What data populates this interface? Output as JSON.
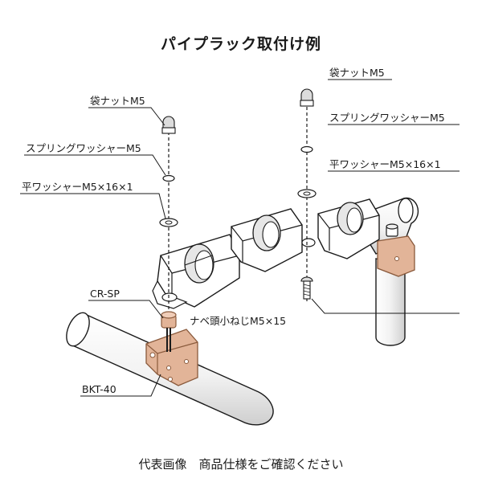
{
  "title": "パイプラック取付け例",
  "caption": "代表画像　商品仕様をご確認ください",
  "labels": {
    "left_cap_nut": "袋ナットM5",
    "left_spring_washer": "スプリングワッシャーM5",
    "left_flat_washer": "平ワッシャーM5×16×1",
    "cr_sp": "CR-SP",
    "bkt_40": "BKT-40",
    "right_cap_nut": "袋ナットM5",
    "right_spring_washer": "スプリングワッシャーM5",
    "right_flat_washer": "平ワッシャーM5×16×1",
    "pan_head_screw": "ナベ頭小ねじM5×15"
  },
  "colors": {
    "bracket": "#e2b498",
    "bracket_stroke": "#8a5a3c",
    "line": "#1a1a1a",
    "fill": "#ffffff",
    "shade": "#d9d9d9"
  }
}
